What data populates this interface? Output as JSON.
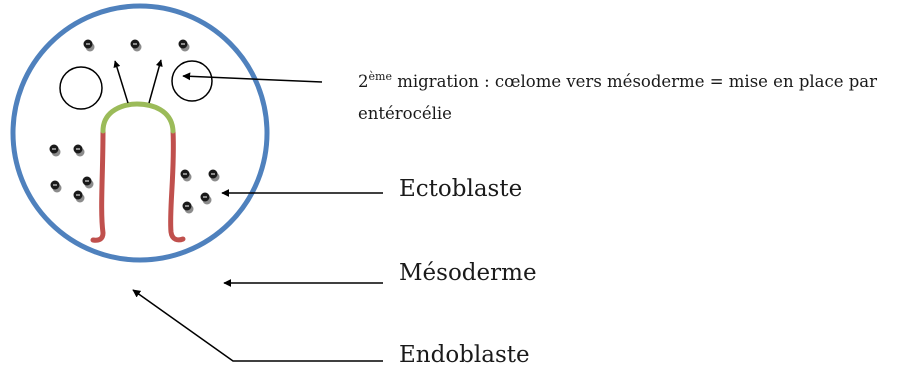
{
  "labels": {
    "migration_prefix": "2",
    "migration_superscript": "ème",
    "migration_rest": " migration : cœlome vers mésoderme = mise en place par entérocélie",
    "ectoblaste": "Ectoblaste",
    "mesoderme": "Mésoderme",
    "endoblaste": "Endoblaste"
  },
  "colors": {
    "outer_circle": "#4f81bd",
    "archenteron_wall": "#c0504d",
    "archenteron_roof": "#9bbb59",
    "cell": "#1a1a1a",
    "cell_shadow": "#8c8c8c",
    "arrow": "#000000"
  }
}
